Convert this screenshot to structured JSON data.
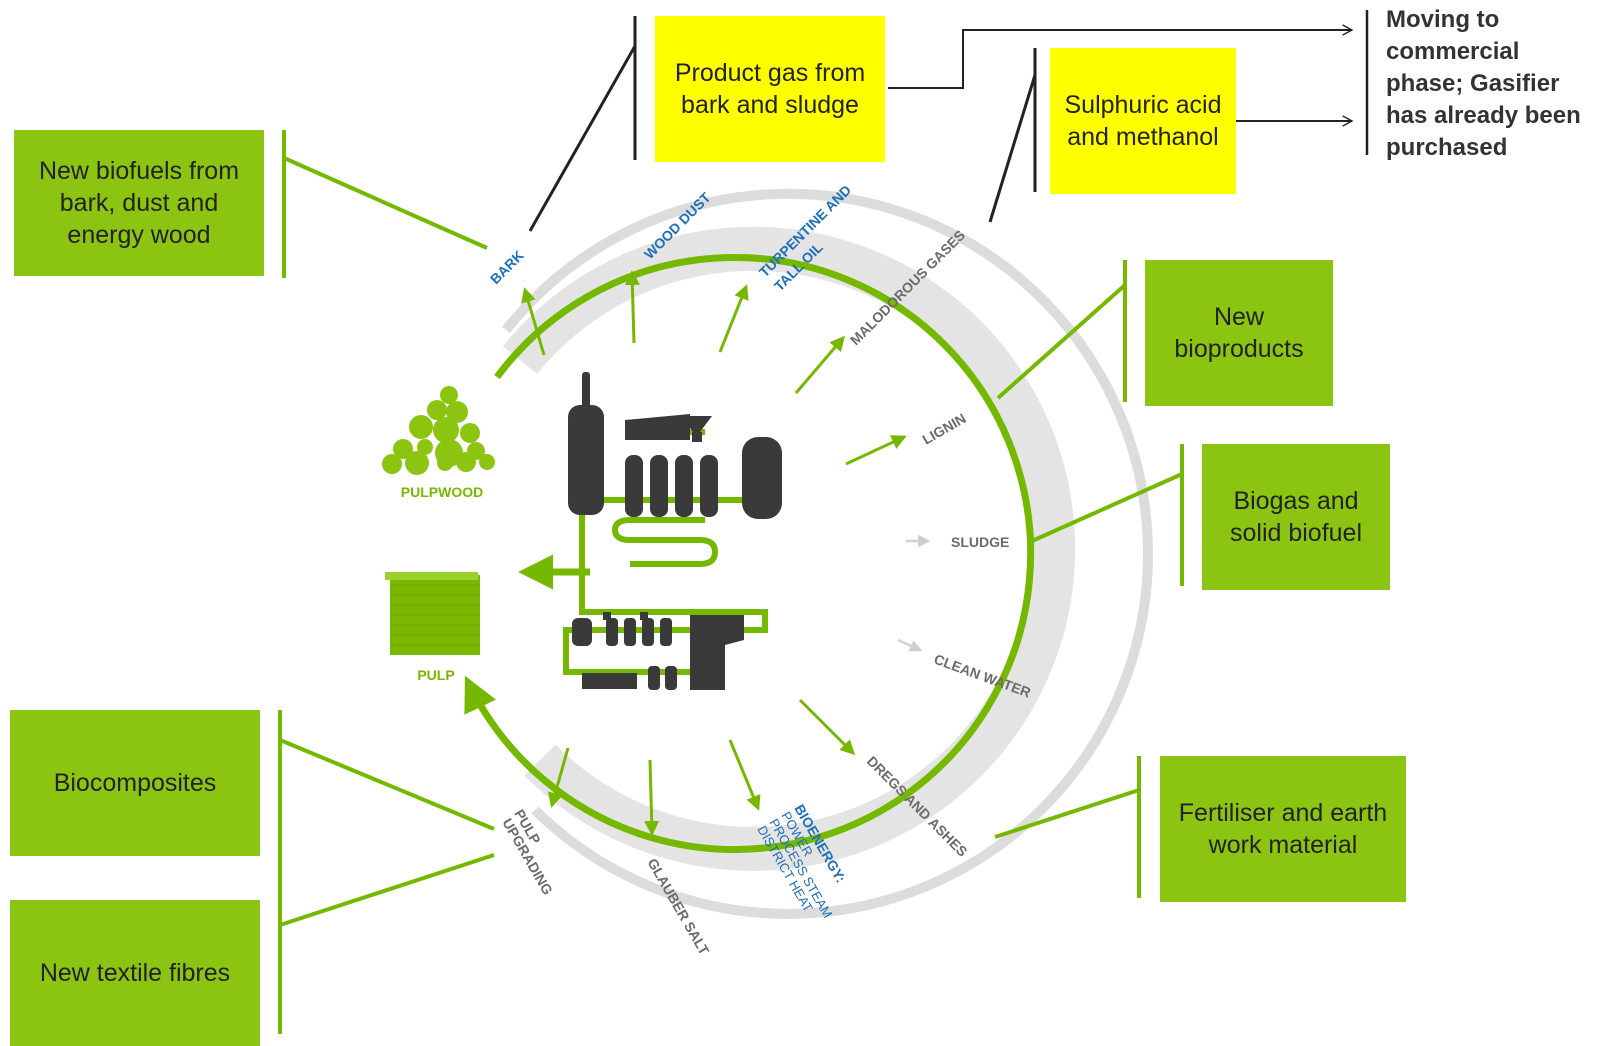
{
  "colors": {
    "box_green": "#8cc511",
    "box_yellow": "#ffff00",
    "line_green": "#75b800",
    "machine_dark": "#3a3a3a",
    "ring_grey": "#dcdcdc",
    "label_blue": "#1f6fb8",
    "label_grey": "#6b6b6b"
  },
  "boxes": {
    "new_biofuels": "New biofuels from bark, dust and energy wood",
    "product_gas": "Product gas from bark and sludge",
    "sulphuric_acid": "Sulphuric acid and methanol",
    "new_bioproducts": "New bioproducts",
    "biogas": "Biogas and solid biofuel",
    "fertiliser": "Fertiliser and earth work material",
    "biocomposites": "Biocomposites",
    "textile_fibres": "New textile fibres"
  },
  "note": {
    "lines": [
      "Moving to",
      "commercial",
      "phase; Gasifier",
      "has already been",
      "purchased"
    ]
  },
  "streams": {
    "bark": "BARK",
    "wood_dust": "WOOD DUST",
    "turpentine_1": "TURPENTINE AND",
    "turpentine_2": "TALL OIL",
    "malodorous": "MALODOROUS GASES",
    "lignin": "LIGNIN",
    "sludge": "SLUDGE",
    "clean_water": "CLEAN WATER",
    "dregs": "DREGS AND ASHES",
    "bioenergy_title": "BIOENERGY:",
    "bioenergy_1": "POWER",
    "bioenergy_2": "PROCESS STEAM",
    "bioenergy_3": "DISTRICT HEAT",
    "glauber": "GLAUBER SALT",
    "pulp_upgrading_1": "PULP",
    "pulp_upgrading_2": "UPGRADING",
    "pulpwood": "PULPWOOD",
    "pulp": "PULP"
  },
  "icons": {
    "pulpwood": "log-pile-icon",
    "pulp": "pulp-sheets-icon",
    "mill": "pulp-mill-icon"
  }
}
